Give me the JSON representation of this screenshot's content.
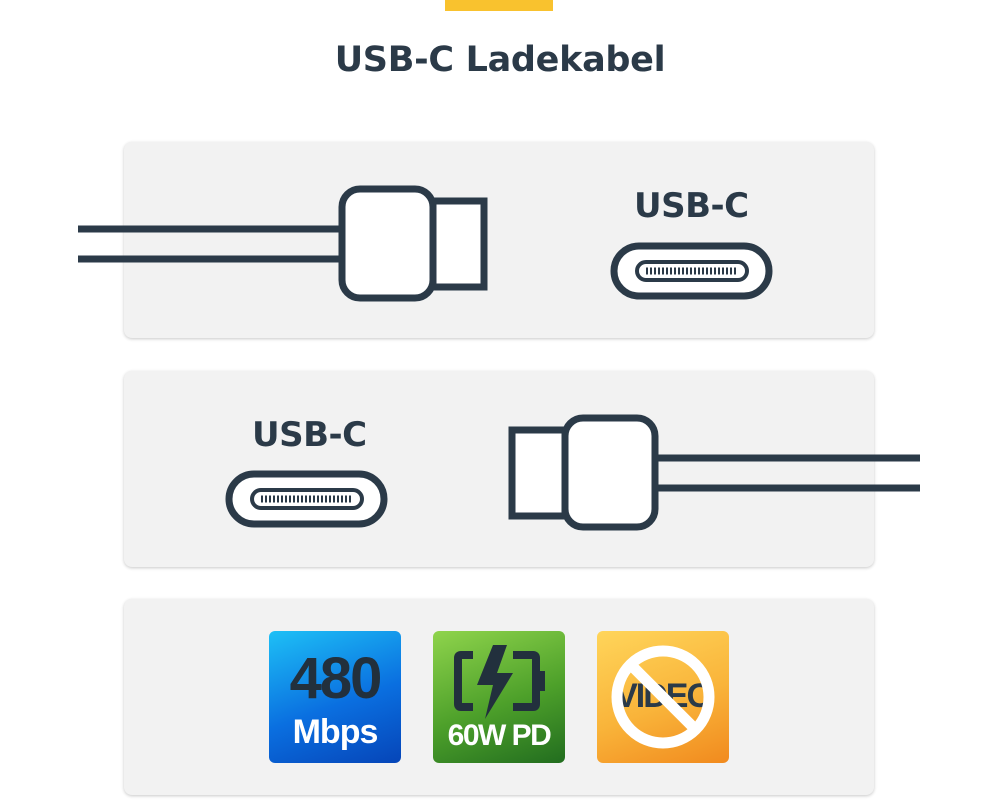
{
  "title": "USB-C Ladekabel",
  "connectors": [
    {
      "label": "USB-C"
    },
    {
      "label": "USB-C"
    }
  ],
  "features": {
    "speed": {
      "value": "480",
      "unit": "Mbps"
    },
    "power": {
      "label": "60W PD",
      "icon": "battery-lightning-icon"
    },
    "video": {
      "label": "VIDEO",
      "icon": "prohibited-icon"
    }
  },
  "colors": {
    "accent": "#f9c22e",
    "text": "#2b3a48",
    "panel": "#f2f2f2",
    "speed_badge": "#0a6fe0",
    "power_badge": "#4da02a",
    "video_badge": "#f9b43a"
  }
}
